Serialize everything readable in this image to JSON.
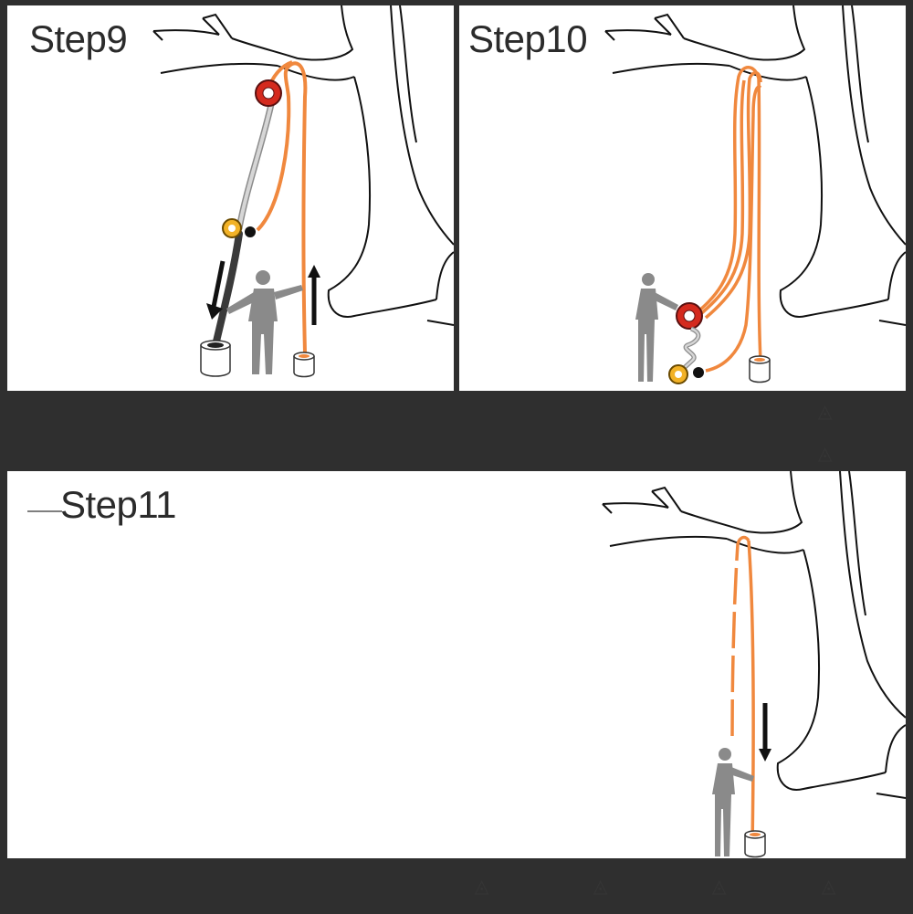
{
  "steps": [
    {
      "label": "Step9"
    },
    {
      "label": "Step10"
    },
    {
      "label": "Step11"
    }
  ],
  "colors": {
    "rope_orange": "#f0883e",
    "ring_red": "#d42a1e",
    "ring_yellow": "#f2b227",
    "rope_dark": "#3a3a3a",
    "rope_gray": "#bdbdbd",
    "figure_gray": "#8a8a8a",
    "background_dark": "#2f2f2f"
  },
  "icons": {
    "arrow": "arrow-icon",
    "person": "person-icon",
    "bucket": "bucket-icon",
    "ring": "ring-icon"
  }
}
